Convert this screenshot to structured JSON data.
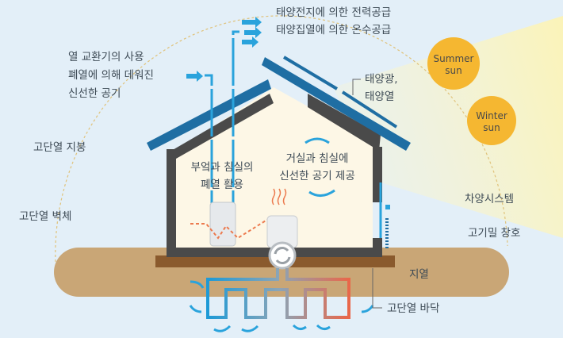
{
  "labels": {
    "solar_power": "태양전지에 의한 전력공급",
    "solar_hot_water": "태양집열에 의한 온수공급",
    "fresh_air_1": "열 교환기의 사용",
    "fresh_air_2": "폐열에 의해 데워진",
    "fresh_air_3": "신선한 공기",
    "roof_insulation": "고단열 지붕",
    "wall_insulation": "고단열 벽체",
    "solar_light_1": "태양광,",
    "solar_light_2": "태양열",
    "waste_heat_1": "부엌과 침실의",
    "waste_heat_2": "폐열 활용",
    "supply_air_1": "거실과 침실에",
    "supply_air_2": "신선한 공기 제공",
    "shading": "차양시스템",
    "airtight_window": "고기밀 창호",
    "geothermal": "지열",
    "floor_insulation": "고단열 바닥"
  },
  "suns": {
    "summer_1": "Summer",
    "summer_2": "sun",
    "winter_1": "Winter",
    "winter_2": "sun"
  },
  "colors": {
    "background": "#e3eff8",
    "roof": "#1f6ea3",
    "wall": "#4a4a4a",
    "interior": "#fdf7e6",
    "ground": "#c9a676",
    "sun": "#f5b731",
    "air_blue": "#2aa3dc",
    "warm": "#ec7a4e"
  }
}
